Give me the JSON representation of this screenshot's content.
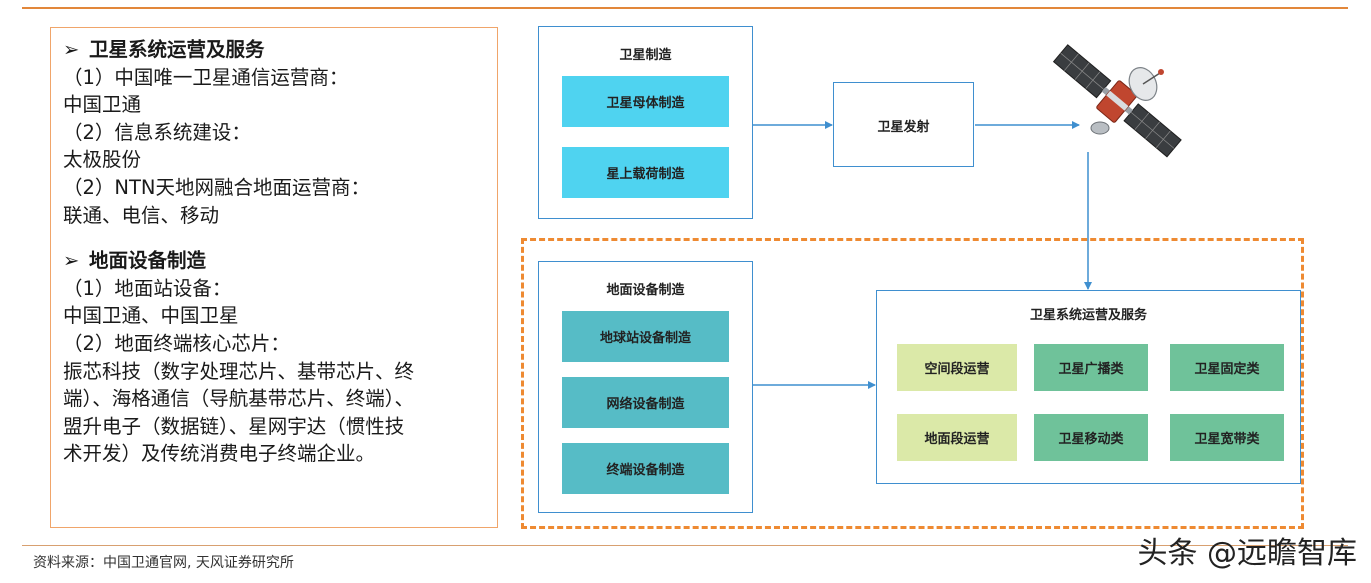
{
  "left_panel": {
    "section1": {
      "title": "卫星系统运营及服务",
      "lines": [
        "（1）中国唯一卫星通信运营商：",
        "中国卫通",
        "（2）信息系统建设：",
        "太极股份",
        "（2）NTN天地网融合地面运营商：",
        "联通、电信、移动"
      ]
    },
    "section2": {
      "title": "地面设备制造",
      "lines": [
        "（1）地面站设备：",
        "中国卫通、中国卫星",
        "（2）地面终端核心芯片：",
        "振芯科技（数字处理芯片、基带芯片、终",
        "端）、海格通信（导航基带芯片、终端）、",
        "盟升电子（数据链）、星网宇达（惯性技",
        "术开发）及传统消费电子终端企业。"
      ]
    },
    "bullet": "➢"
  },
  "diagram": {
    "satellite_manufacturing": {
      "title": "卫星制造",
      "items": [
        "卫星母体制造",
        "星上载荷制造"
      ]
    },
    "launch": {
      "title": "卫星发射"
    },
    "ground_equipment": {
      "title": "地面设备制造",
      "items": [
        "地球站设备制造",
        "网络设备制造",
        "终端设备制造"
      ]
    },
    "operations": {
      "title": "卫星系统运营及服务",
      "left_items": [
        "空间段运营",
        "地面段运营"
      ],
      "right_items": [
        "卫星广播类",
        "卫星固定类",
        "卫星移动类",
        "卫星宽带类"
      ]
    },
    "satellite_icon": "satellite-icon"
  },
  "footer": {
    "source": "资料来源：中国卫通官网, 天风证券研究所",
    "watermark": "头条 @远瞻智库"
  },
  "colors": {
    "accent_orange": "#ee8a32",
    "box_border": "#3f8fcf",
    "cyan_tile": "#4fd3f0",
    "teal_tile": "#56bcc6",
    "yellow_green_tile": "#dbe9a8",
    "green_tile": "#6fc29a"
  }
}
